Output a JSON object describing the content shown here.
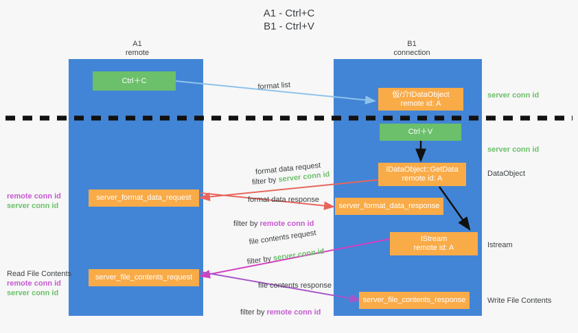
{
  "title": "A1 - Ctrl+C\nB1 - Ctrl+V",
  "lanes": [
    {
      "name": "A1",
      "sub": "remote",
      "header": "A1\nremote"
    },
    {
      "name": "B1",
      "sub": "connection",
      "header": "B1\nconnection"
    }
  ],
  "boxes": {
    "ctrl_c": "Ctrl＋C",
    "ctrl_v": "Ctrl＋V",
    "idataobject_remote": "仮/介IDataObject\nremote id: A",
    "idataobject_getdata": "IDataObject::GetData\nremote id: A",
    "istream": "IStream\nremote id: A",
    "server_format_data_request": "server_format_data_request",
    "server_format_data_response": "server_format_data_response",
    "server_file_contents_request": "server_file_contents_request",
    "server_file_contents_response": "server_file_contents_response"
  },
  "edge_labels": {
    "format_list": "format list",
    "format_data_request": "format data request",
    "format_data_request_filter_prefix": "filter by ",
    "format_data_request_filter_value": "server conn id",
    "format_data_response": "format data response",
    "format_data_response_filter_prefix": "filter by ",
    "format_data_response_filter_value": "remote conn id",
    "file_contents_request": "file contents request",
    "file_contents_request_filter_prefix": "filter by ",
    "file_contents_request_filter_value": "server conn id",
    "file_contents_response": "file contents response",
    "file_contents_response_filter_prefix": "filter by ",
    "file_contents_response_filter_value": "remote conn id"
  },
  "right_labels": {
    "server_conn_id_top": "server conn id",
    "server_conn_id_second": "server conn id",
    "dataobject": "DataObject",
    "istream": "Istream",
    "write_file_contents": "Write File Contents"
  },
  "left_labels": {
    "conn_ids_remote": "remote conn id",
    "conn_ids_server": "server conn id",
    "read_file_contents": "Read File Contents",
    "read_remote_conn_id": "remote conn id",
    "read_server_conn_id": "server conn id"
  },
  "colors": {
    "lane": "#4285d6",
    "orange": "#f9ab48",
    "green": "#6cbf6b",
    "green_text": "#6cbf6b",
    "purple_text": "#c45ad0",
    "arrow_blue": "#8fc3ea",
    "arrow_red": "#e8655c",
    "arrow_magenta": "#d43fc0",
    "arrow_purple": "#a855c9",
    "arrow_black": "#111111",
    "background": "#f7f7f7",
    "text": "#3c4043"
  }
}
